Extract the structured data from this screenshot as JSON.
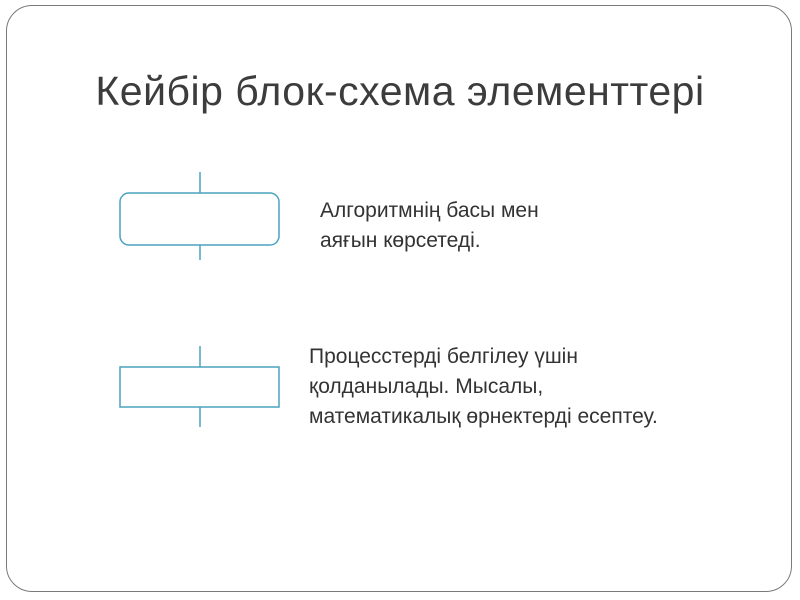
{
  "slide": {
    "title": "Кейбір блок-схема элементтері"
  },
  "elements": [
    {
      "shape": "terminal",
      "lines": [
        "Алгоритмнің басы мен",
        "аяғын көрсетеді."
      ]
    },
    {
      "shape": "process",
      "lines": [
        "Процесстерді белгілеу үшін",
        "қолданылады. Мысалы,",
        "математикалық өрнектерді есептеу."
      ]
    }
  ],
  "colors": {
    "shape_stroke": "#4aa3bf",
    "title": "#3c3c3c",
    "text": "#333333",
    "frame": "#7a7a7a"
  }
}
